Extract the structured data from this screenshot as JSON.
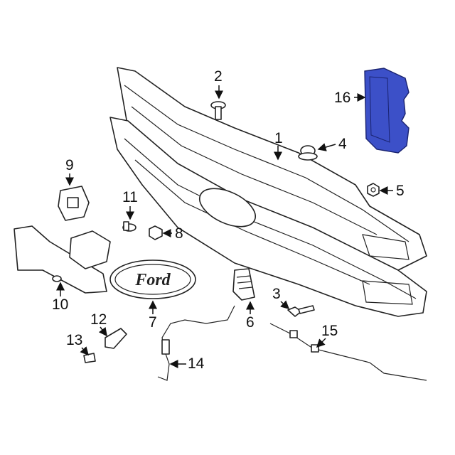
{
  "diagram": {
    "highlight_color": "#3c50c8",
    "emblem_text": "Ford",
    "callouts": [
      "1",
      "2",
      "3",
      "4",
      "5",
      "6",
      "7",
      "8",
      "9",
      "10",
      "11",
      "12",
      "13",
      "14",
      "15",
      "16"
    ],
    "highlighted_part": "16"
  }
}
